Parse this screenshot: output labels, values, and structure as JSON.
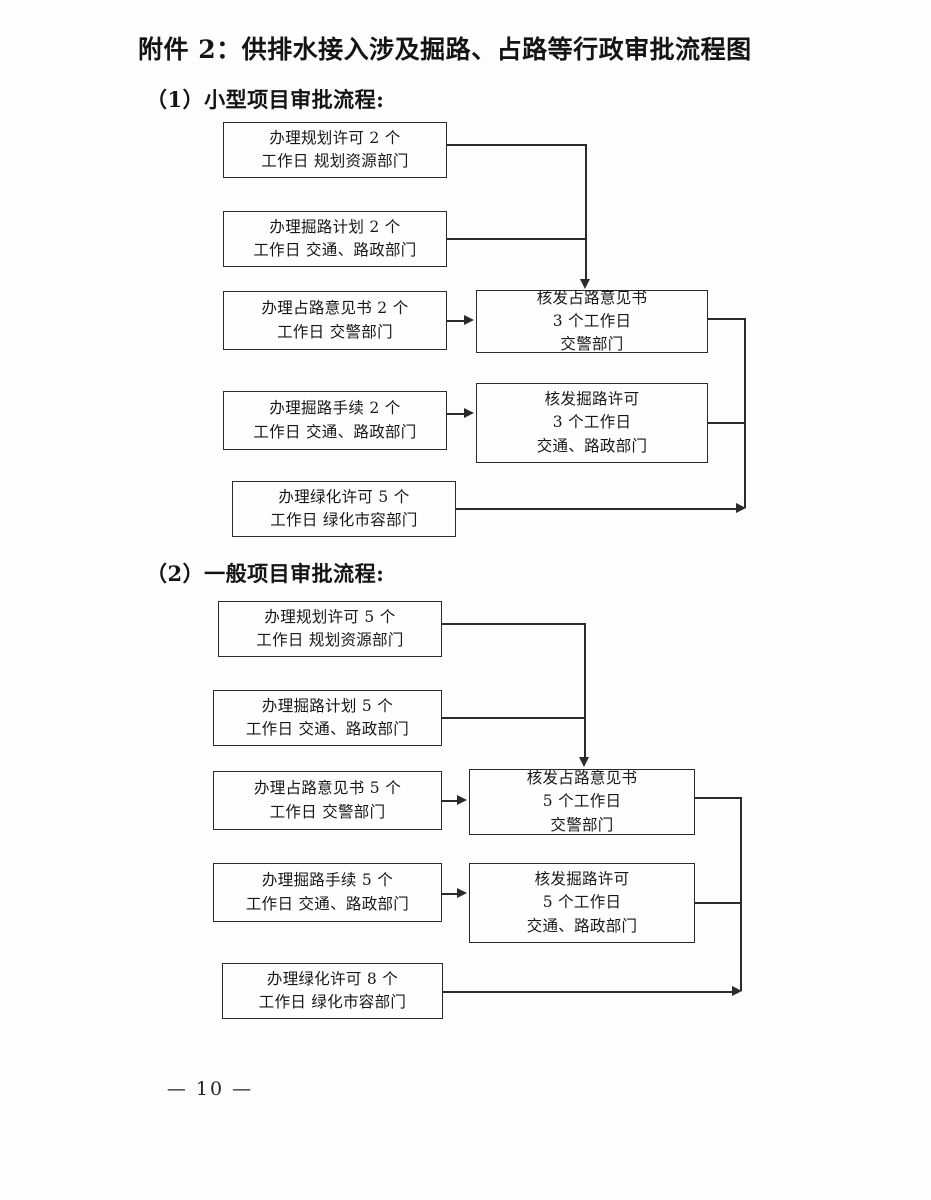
{
  "document": {
    "title": "附件 2：供排水接入涉及掘路、占路等行政审批流程图",
    "page_number": "— 10 —"
  },
  "sections": [
    {
      "heading": "（1）小型项目审批流程:",
      "left_nodes": [
        {
          "line1": "办理规划许可 2 个",
          "line2": "工作日  规划资源部门"
        },
        {
          "line1": "办理掘路计划 2 个",
          "line2": "工作日  交通、路政部门"
        },
        {
          "line1": "办理占路意见书 2 个",
          "line2": "工作日  交警部门"
        },
        {
          "line1": "办理掘路手续  2 个",
          "line2": "工作日  交通、路政部门"
        },
        {
          "line1": "办理绿化许可 5 个",
          "line2": "工作日  绿化市容部门"
        }
      ],
      "right_nodes": [
        {
          "line1": "核发占路意见书",
          "line2": "3 个工作日",
          "line3": "交警部门"
        },
        {
          "line1": "核发掘路许可",
          "line2": "3 个工作日",
          "line3": "交通、路政部门"
        }
      ]
    },
    {
      "heading": "（2）一般项目审批流程:",
      "left_nodes": [
        {
          "line1": "办理规划许可 5 个",
          "line2": "工作日  规划资源部门"
        },
        {
          "line1": "办理掘路计划 5 个",
          "line2": "工作日  交通、路政部门"
        },
        {
          "line1": "办理占路意见书 5 个",
          "line2": "工作日  交警部门"
        },
        {
          "line1": "办理掘路手续 5 个",
          "line2": "工作日  交通、路政部门"
        },
        {
          "line1": "办理绿化许可 8 个",
          "line2": "工作日  绿化市容部门"
        }
      ],
      "right_nodes": [
        {
          "line1": "核发占路意见书",
          "line2": "5 个工作日",
          "line3": "交警部门"
        },
        {
          "line1": "核发掘路许可",
          "line2": "5 个工作日",
          "line3": "交通、路政部门"
        }
      ]
    }
  ],
  "colors": {
    "ink": "#2b2b2b",
    "paper": "#fdfdfd"
  }
}
